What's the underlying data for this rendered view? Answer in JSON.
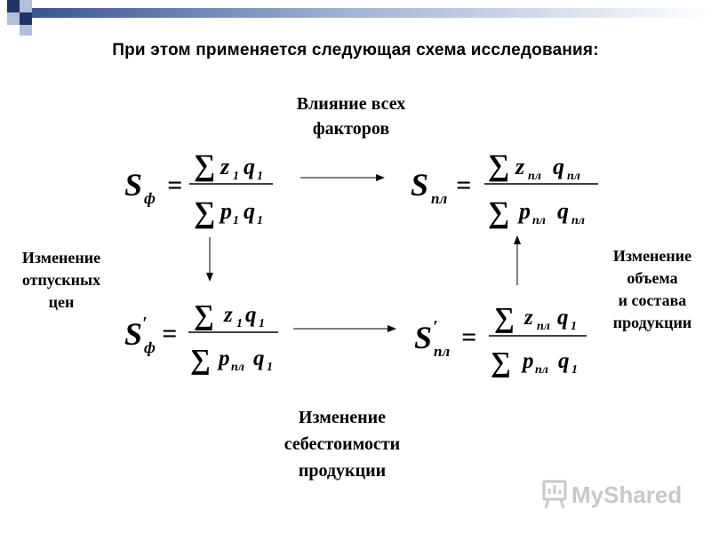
{
  "title": "При этом применяется следующая схема исследования:",
  "labels": {
    "top": [
      "Влияние всех",
      "факторов"
    ],
    "left": [
      "Изменение",
      "отпускных",
      "цен"
    ],
    "right": [
      "Изменение",
      "объема",
      "и состава",
      "продукции"
    ],
    "bottom": [
      "Изменение",
      "себестоимости",
      "продукции"
    ]
  },
  "symbols": {
    "S": "S",
    "sigma": "∑",
    "z": "z",
    "p": "p",
    "q": "q",
    "sub_one": "1",
    "sub_f": "ф",
    "sub_pl": "пл"
  },
  "watermark": {
    "text": "MyShared",
    "icon": "presentation-board-icon"
  },
  "colors": {
    "deco_dark": "#1f3565",
    "deco_light": "#b3bfd8",
    "watermark": "#c8c8c8"
  }
}
